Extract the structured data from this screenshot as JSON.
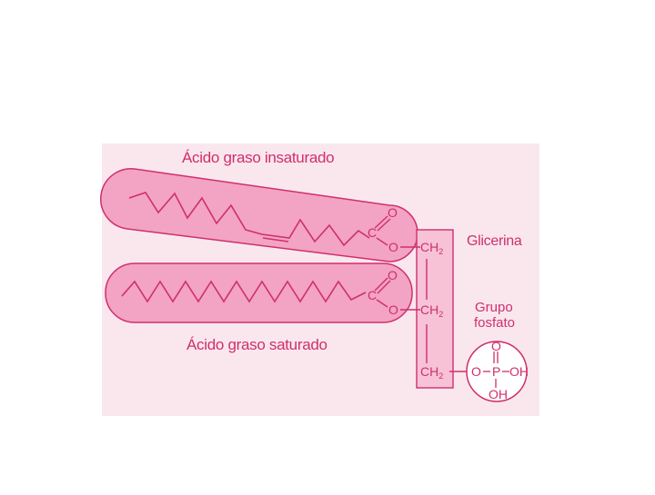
{
  "labels": {
    "unsaturated": "Ácido graso insaturado",
    "saturated": "Ácido graso saturado",
    "glycerol": "Glicerina",
    "phosphate_line1": "Grupo",
    "phosphate_line2": "fosfato"
  },
  "atoms": {
    "c": "C",
    "o": "O",
    "ch": "CH",
    "sub2": "2",
    "p": "P",
    "oh": "OH"
  },
  "colors": {
    "panel_bg": "#fae7ee",
    "tail_fill": "#f3a3c3",
    "ink": "#cf2f6c",
    "glycerol_fill": "#f7c2d6"
  }
}
